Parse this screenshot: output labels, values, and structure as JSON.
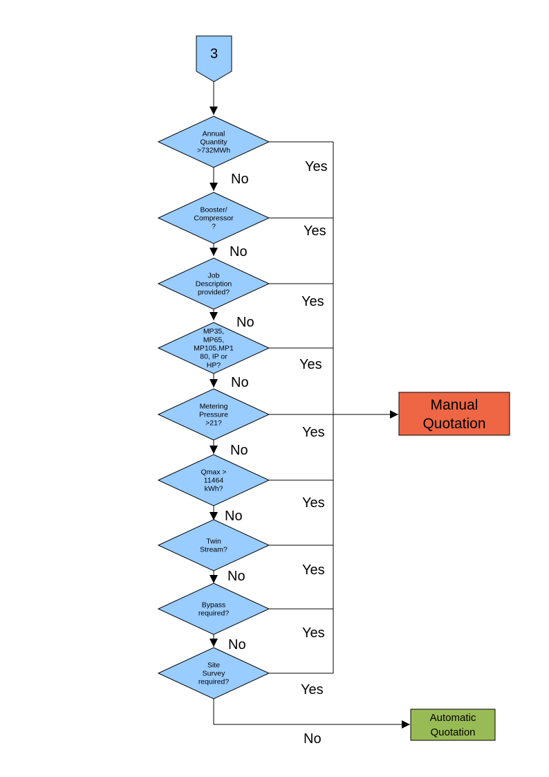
{
  "start_connector": {
    "label": "3"
  },
  "decisions": [
    {
      "lines": [
        "Annual",
        "Quantity",
        ">732MWh"
      ],
      "no_label": "No",
      "yes_label": "Yes"
    },
    {
      "lines": [
        "Booster/",
        "Compressor",
        "?"
      ],
      "no_label": "No",
      "yes_label": "Yes"
    },
    {
      "lines": [
        "Job",
        "Description",
        "provided?"
      ],
      "no_label": "No",
      "yes_label": "Yes"
    },
    {
      "lines": [
        "MP35,",
        "MP65,",
        "MP105,MP1",
        "80, IP or",
        "HP?"
      ],
      "no_label": "No",
      "yes_label": "Yes"
    },
    {
      "lines": [
        "Metering",
        "Pressure",
        ">21?"
      ],
      "no_label": "No",
      "yes_label": "Yes"
    },
    {
      "lines": [
        "Qmax >",
        "11464",
        "kWh?"
      ],
      "no_label": "No",
      "yes_label": "Yes"
    },
    {
      "lines": [
        "Twin",
        "Stream?"
      ],
      "no_label": "No",
      "yes_label": "Yes"
    },
    {
      "lines": [
        "Bypass",
        "required?"
      ],
      "no_label": "No",
      "yes_label": "Yes"
    },
    {
      "lines": [
        "Site",
        "Survey",
        "required?"
      ],
      "no_label": "No",
      "yes_label": "Yes"
    }
  ],
  "manual_quotation": {
    "lines": [
      "Manual",
      "Quotation"
    ],
    "color": "#EE6644"
  },
  "automatic_quotation": {
    "lines": [
      "Automatic",
      "Quotation"
    ],
    "color": "#99BB55"
  },
  "colors": {
    "decision_fill": "#99CCFF",
    "connector_fill": "#99CCFF",
    "line": "#000000"
  }
}
